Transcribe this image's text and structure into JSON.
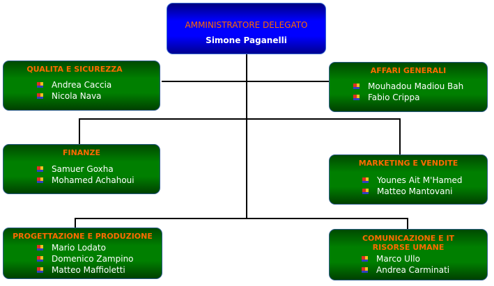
{
  "ceo": {
    "title": "AMMINISTRATORE DELEGATO",
    "name": "Simone Paganelli"
  },
  "departments": [
    {
      "title": "QUALITA E SICUREZZA",
      "members": [
        "Andrea Caccia",
        "Nicola Nava"
      ]
    },
    {
      "title": "AFFARI GENERALI",
      "members": [
        "Mouhadou Madiou Bah",
        "Fabio Crippa"
      ]
    },
    {
      "title": "FINANZE",
      "members": [
        "Samuer Goxha",
        "Mohamed Achahoui"
      ]
    },
    {
      "title": "MARKETING E VENDITE",
      "members": [
        "Younes Ait M'Hamed",
        "Matteo Mantovani"
      ]
    },
    {
      "title": "PROGETTAZIONE E PRODUZIONE",
      "members": [
        "Mario Lodato",
        "Domenico Zampino",
        "Matteo Maffioletti"
      ]
    },
    {
      "title": "COMUNICAZIONE E IT",
      "title2": "RISORSE UMANE",
      "members": [
        "Marco Ullo",
        "Andrea Carminati"
      ]
    }
  ]
}
